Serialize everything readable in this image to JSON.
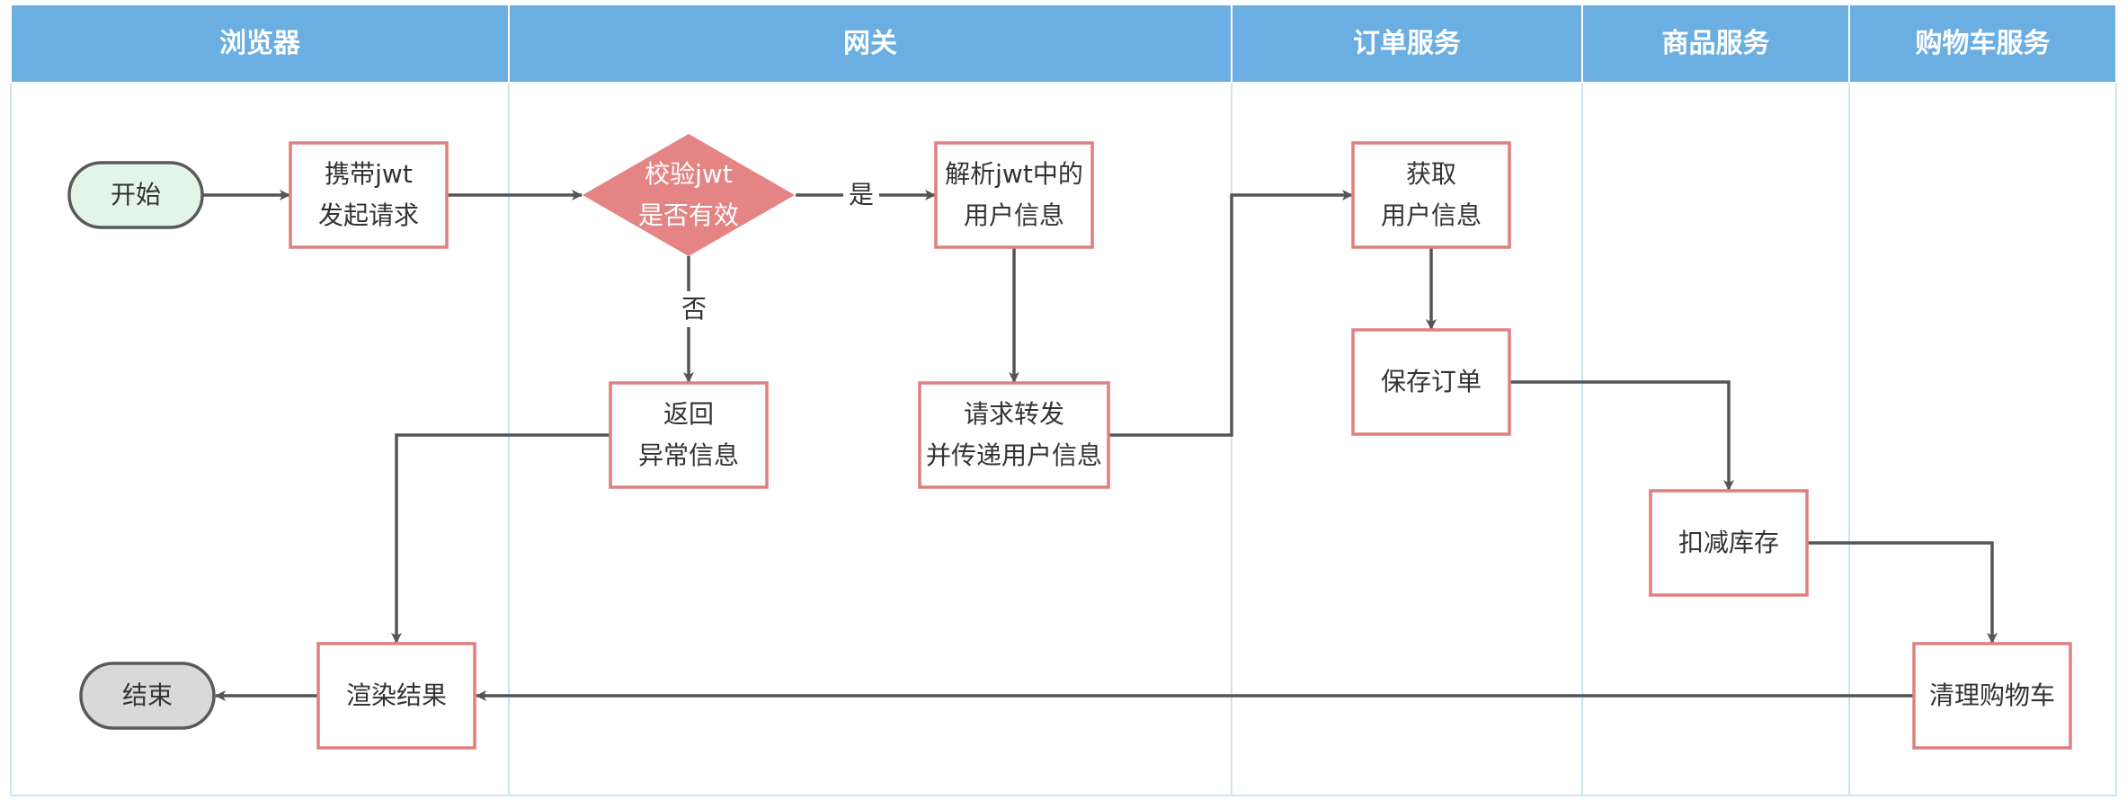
{
  "colors": {
    "header_bg": "#6aaee2",
    "header_text": "#ffffff",
    "lane_border": "#cfe3ef",
    "box_border": "#e07f7f",
    "box_fill": "#ffffff",
    "decision_fill": "#e48484",
    "start_fill": "#e3f4e8",
    "end_fill": "#d9d9d9",
    "terminal_border": "#595959",
    "arrow": "#555555",
    "text": "#333333"
  },
  "lanes": [
    {
      "key": "browser",
      "title": "浏览器"
    },
    {
      "key": "gateway",
      "title": "网关"
    },
    {
      "key": "order",
      "title": "订单服务"
    },
    {
      "key": "product",
      "title": "商品服务"
    },
    {
      "key": "cart",
      "title": "购物车服务"
    }
  ],
  "nodes": {
    "start": {
      "shape": "terminal",
      "lines": [
        "开始"
      ]
    },
    "carry_jwt": {
      "shape": "process",
      "lines": [
        "携带jwt",
        "发起请求"
      ]
    },
    "check_jwt": {
      "shape": "decision",
      "lines": [
        "校验jwt",
        "是否有效"
      ]
    },
    "parse_jwt": {
      "shape": "process",
      "lines": [
        "解析jwt中的",
        "用户信息"
      ]
    },
    "return_error": {
      "shape": "process",
      "lines": [
        "返回",
        "异常信息"
      ]
    },
    "forward": {
      "shape": "process",
      "lines": [
        "请求转发",
        "并传递用户信息"
      ]
    },
    "get_user": {
      "shape": "process",
      "lines": [
        "获取",
        "用户信息"
      ]
    },
    "save_order": {
      "shape": "process",
      "lines": [
        "保存订单"
      ]
    },
    "deduct_stock": {
      "shape": "process",
      "lines": [
        "扣减库存"
      ]
    },
    "clear_cart": {
      "shape": "process",
      "lines": [
        "清理购物车"
      ]
    },
    "render": {
      "shape": "process",
      "lines": [
        "渲染结果"
      ]
    },
    "end": {
      "shape": "terminal",
      "lines": [
        "结束"
      ]
    }
  },
  "edges": [
    {
      "from": "start",
      "to": "carry_jwt",
      "label": ""
    },
    {
      "from": "carry_jwt",
      "to": "check_jwt",
      "label": ""
    },
    {
      "from": "check_jwt",
      "to": "parse_jwt",
      "label": "是"
    },
    {
      "from": "check_jwt",
      "to": "return_error",
      "label": "否"
    },
    {
      "from": "parse_jwt",
      "to": "forward",
      "label": ""
    },
    {
      "from": "forward",
      "to": "get_user",
      "label": ""
    },
    {
      "from": "get_user",
      "to": "save_order",
      "label": ""
    },
    {
      "from": "save_order",
      "to": "deduct_stock",
      "label": ""
    },
    {
      "from": "deduct_stock",
      "to": "clear_cart",
      "label": ""
    },
    {
      "from": "clear_cart",
      "to": "render",
      "label": ""
    },
    {
      "from": "return_error",
      "to": "render",
      "label": ""
    },
    {
      "from": "render",
      "to": "end",
      "label": ""
    }
  ]
}
